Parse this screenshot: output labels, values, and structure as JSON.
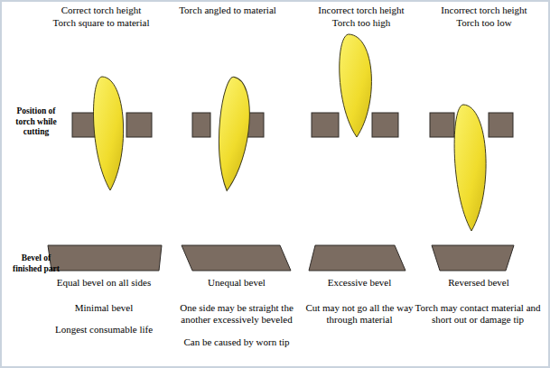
{
  "diagram": {
    "labels": [
      "Correct torch height",
      "Torch square to material",
      "Torch angled to material",
      "Incorrect torch height",
      "Torch too high",
      "Incorrect torch height",
      "Torch too low",
      "Position of torch while cutting",
      "Bevel of finished part",
      "Equal bevel on all sides",
      "Minimal bevel",
      "Longest consumable life",
      "Unequal bevel",
      "One side may be straight the another excessively beveled",
      "Can be caused by worn tip",
      "Excessive bevel",
      "Cut may not go all the way through material",
      "Reversed bevel",
      "Torch may contact material and short out or damage tip"
    ]
  }
}
